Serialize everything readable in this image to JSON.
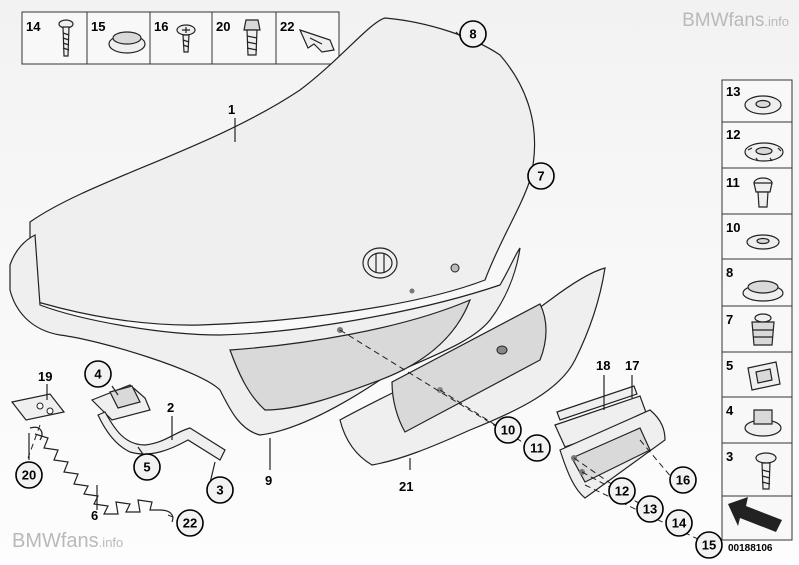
{
  "watermark_top": {
    "brand": "BMWfans",
    "suffix": ".info"
  },
  "watermark_bottom": {
    "brand": "BMWfans",
    "suffix": ".info"
  },
  "top_strip": [
    "14",
    "15",
    "16",
    "20",
    "22"
  ],
  "right_column": [
    "13",
    "12",
    "11",
    "10",
    "8",
    "7",
    "5",
    "4",
    "3"
  ],
  "reference_code": "00188106",
  "callouts": {
    "c8": "8",
    "c7": "7",
    "c1": "1",
    "c9": "9",
    "c21": "21",
    "c10": "10",
    "c11": "11",
    "c12": "12",
    "c13": "13",
    "c14": "14",
    "c15": "15",
    "c16": "16",
    "c17": "17",
    "c18": "18",
    "c19": "19",
    "c4": "4",
    "c2": "2",
    "c5": "5",
    "c3": "3",
    "c6": "6",
    "c20": "20",
    "c22": "22"
  }
}
